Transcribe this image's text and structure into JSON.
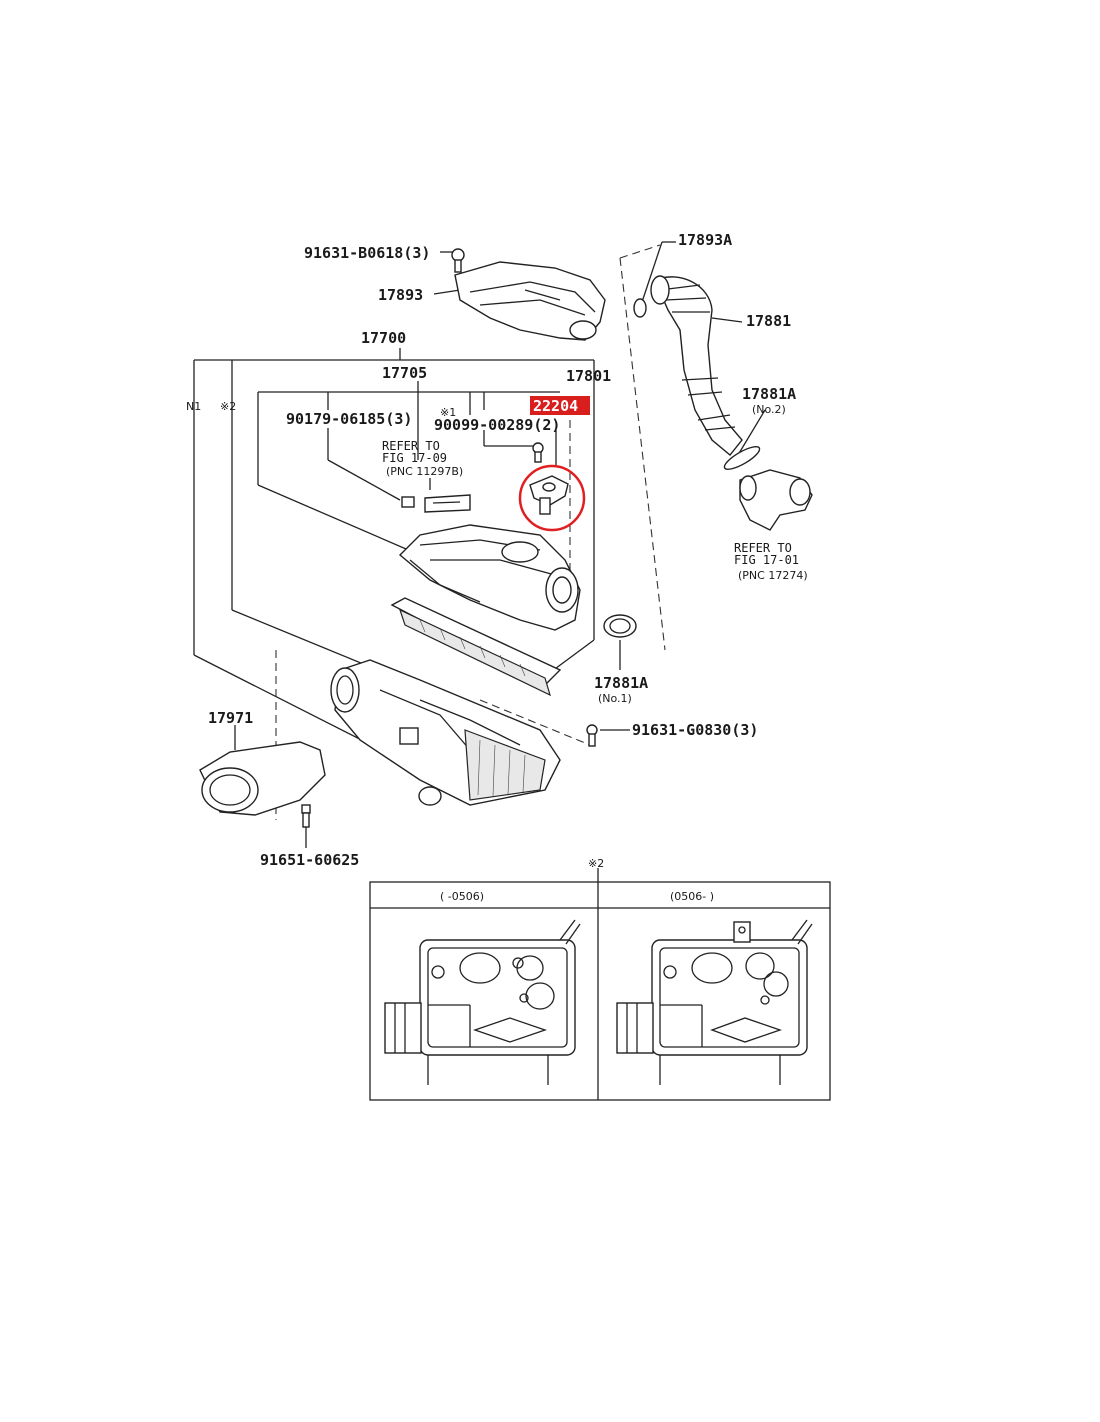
{
  "labels": {
    "p_91631_b0618": "91631-B0618(3)",
    "p_17893": "17893",
    "p_17893a": "17893A",
    "p_17881": "17881",
    "p_17700": "17700",
    "p_17705": "17705",
    "p_17801": "17801",
    "p_22204": "22204",
    "p_90179": "90179-06185(3)",
    "p_90099": "90099-00289(2)",
    "mark_1": "※1",
    "n1": "N1",
    "mark_2_side": "※2",
    "refer_1_line1": "REFER TO",
    "refer_1_line2": "FIG 17-09",
    "refer_1_line3": "(PNC 11297B)",
    "p_17881a_top": "17881A",
    "no2": "(No.2)",
    "refer_2_line1": "REFER TO",
    "refer_2_line2": "FIG 17-01",
    "refer_2_line3": "(PNC 17274)",
    "p_17881a_bottom": "17881A",
    "no1": "(No.1)",
    "p_91631_g0830": "91631-G0830(3)",
    "p_17971": "17971",
    "p_91651": "91651-60625",
    "mark_2_inset": "※2",
    "inset_left_header": "(      -0506)",
    "inset_right_header": "(0506-      )"
  },
  "highlight": {
    "part": "22204",
    "label_bg": "#d91e1e",
    "circle_color": "#e02020"
  }
}
